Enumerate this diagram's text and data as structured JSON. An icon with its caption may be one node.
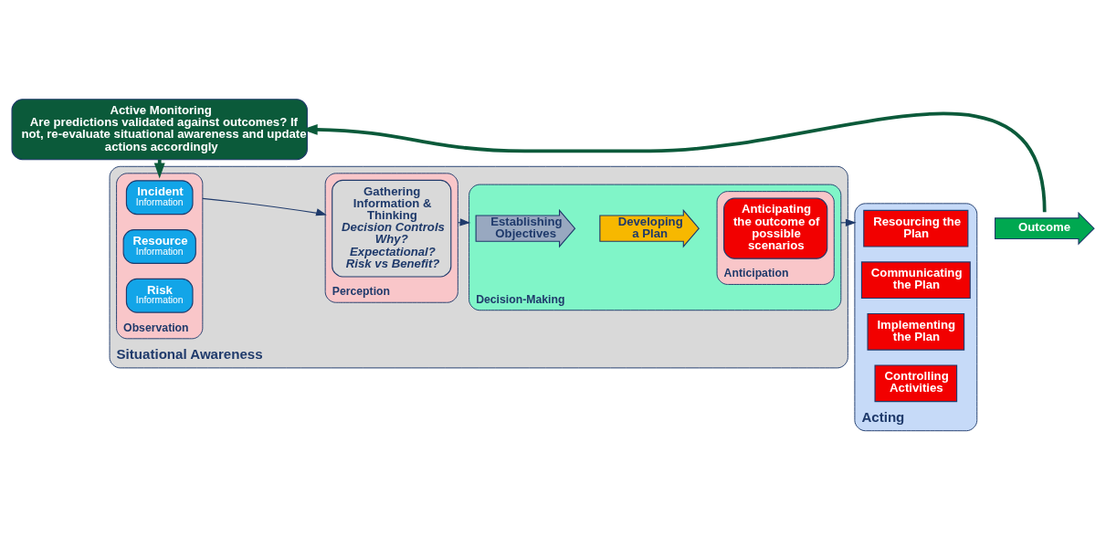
{
  "diagram": {
    "nodes": [
      {
        "text": [
          "Active Monitoring",
          "Are predictions validated against outcomes? If not, re-evaluate situational awareness and update actions accordingly"
        ]
      },
      {
        "text": [
          "Situational Awareness"
        ]
      },
      {
        "text": [
          "Observation"
        ],
        "in": 1
      },
      {
        "text": [
          "Incident",
          "Information"
        ],
        "in": 2
      },
      {
        "text": [
          "Resource",
          "Information"
        ],
        "in": 2
      },
      {
        "text": [
          "Risk",
          "Information"
        ],
        "in": 2
      },
      {
        "text": [
          "Perception"
        ],
        "in": 1
      },
      {
        "text": [
          "Gathering Information & Thinking",
          "Decision Controls Why? Expectational? Risk vs Benefit?"
        ],
        "in": 6
      },
      {
        "text": [
          "Decision-Making"
        ],
        "in": 1
      },
      {
        "text": [
          "Establishing Objectives"
        ],
        "in": 8
      },
      {
        "text": [
          "Developing a Plan"
        ],
        "in": 8
      },
      {
        "text": [
          "Anticipation"
        ],
        "in": 8
      },
      {
        "text": [
          "Anticipating the outcome of possible scenarios"
        ],
        "in": 11
      },
      {
        "text": [
          "Acting"
        ]
      },
      {
        "text": [
          "Resourcing the Plan"
        ],
        "in": 13
      },
      {
        "text": [
          "Communicating the Plan"
        ],
        "in": 13
      },
      {
        "text": [
          "Implementing the Plan"
        ],
        "in": 13
      },
      {
        "text": [
          "Controlling Activities"
        ],
        "in": 13
      },
      {
        "text": [
          "Outcome"
        ]
      }
    ],
    "edges": [
      {
        "from": 0,
        "to": 2,
        "arrow": "to",
        "style": "thick",
        "color": "#0b5a3a"
      },
      {
        "from": 2,
        "to": 6,
        "arrow": "to"
      },
      {
        "from": 6,
        "to": 8,
        "arrow": "to"
      },
      {
        "from": 8,
        "to": 13,
        "arrow": "to"
      },
      {
        "from": 18,
        "to": 0,
        "arrow": "to",
        "style": "thick",
        "color": "#0b5a3a"
      }
    ]
  }
}
